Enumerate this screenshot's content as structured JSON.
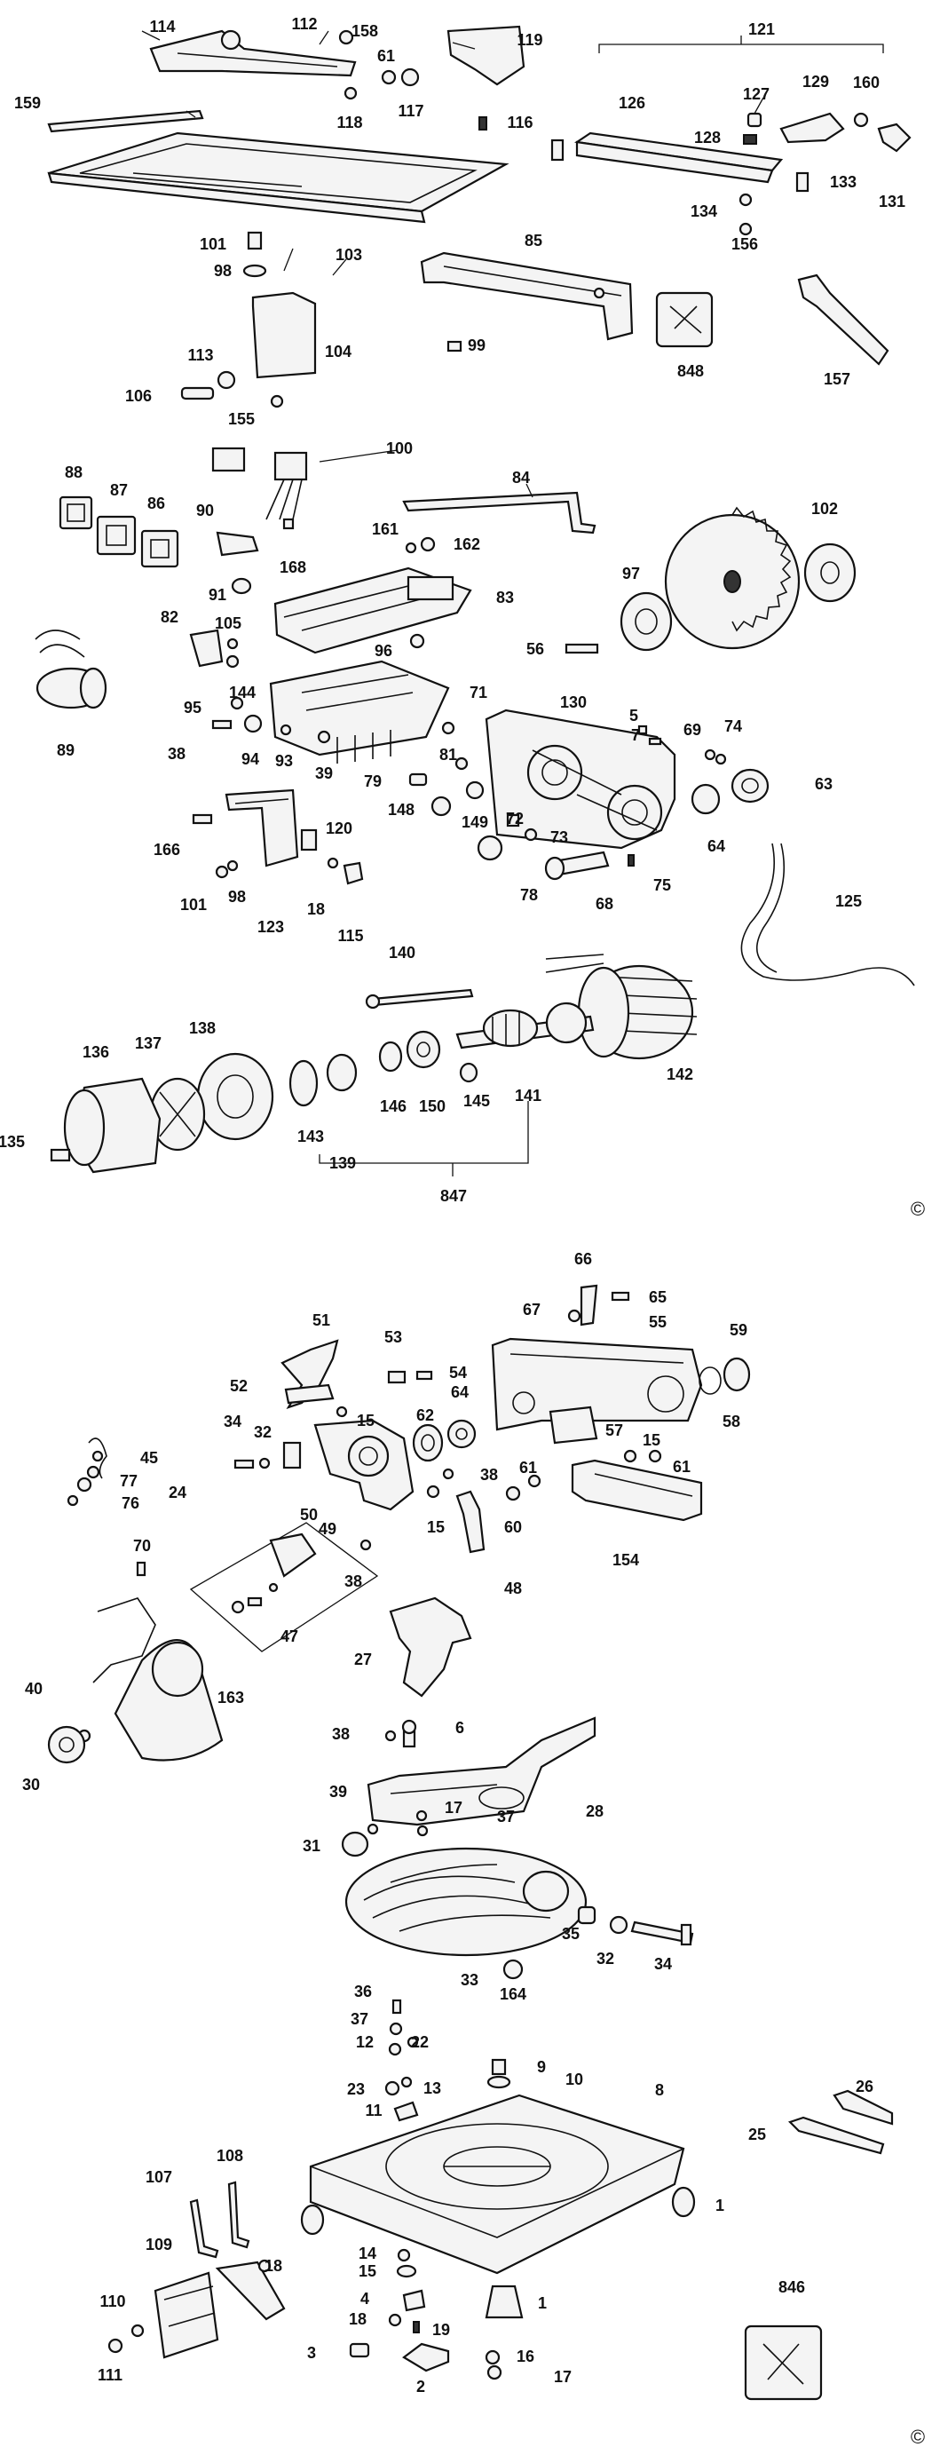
{
  "copyright_mark": "©",
  "labels": [
    "114",
    "112",
    "158",
    "119",
    "121",
    "61",
    "117",
    "118",
    "116",
    "126",
    "127",
    "129",
    "160",
    "128",
    "159",
    "131",
    "133",
    "134",
    "156",
    "101",
    "98",
    "85",
    "103",
    "157",
    "848",
    "99",
    "104",
    "113",
    "106",
    "155",
    "100",
    "84",
    "88",
    "87",
    "86",
    "102",
    "90",
    "161",
    "162",
    "168",
    "83",
    "97",
    "91",
    "105",
    "82",
    "56",
    "96",
    "144",
    "89",
    "95",
    "38",
    "94",
    "93",
    "39",
    "71",
    "130",
    "5",
    "7",
    "69",
    "74",
    "63",
    "81",
    "79",
    "148",
    "149",
    "72",
    "73",
    "166",
    "120",
    "64",
    "78",
    "68",
    "75",
    "123",
    "101",
    "98",
    "18",
    "115",
    "125",
    "140",
    "136",
    "137",
    "138",
    "142",
    "135",
    "143",
    "146",
    "150",
    "145",
    "141",
    "139",
    "847",
    "66",
    "67",
    "65",
    "51",
    "53",
    "54",
    "55",
    "59",
    "52",
    "15",
    "58",
    "34",
    "32",
    "62",
    "64",
    "45",
    "77",
    "24",
    "76",
    "57",
    "15",
    "61",
    "50",
    "49",
    "38",
    "61",
    "60",
    "154",
    "70",
    "15",
    "48",
    "38",
    "47",
    "27",
    "40",
    "163",
    "30",
    "38",
    "6",
    "28",
    "39",
    "17",
    "37",
    "31",
    "35",
    "32",
    "34",
    "33",
    "164",
    "36",
    "37",
    "12",
    "22",
    "9",
    "10",
    "23",
    "13",
    "11",
    "8",
    "26",
    "25",
    "107",
    "108",
    "1",
    "109",
    "18",
    "14",
    "15",
    "4",
    "110",
    "19",
    "1",
    "18",
    "846",
    "3",
    "16",
    "111",
    "2",
    "17"
  ]
}
